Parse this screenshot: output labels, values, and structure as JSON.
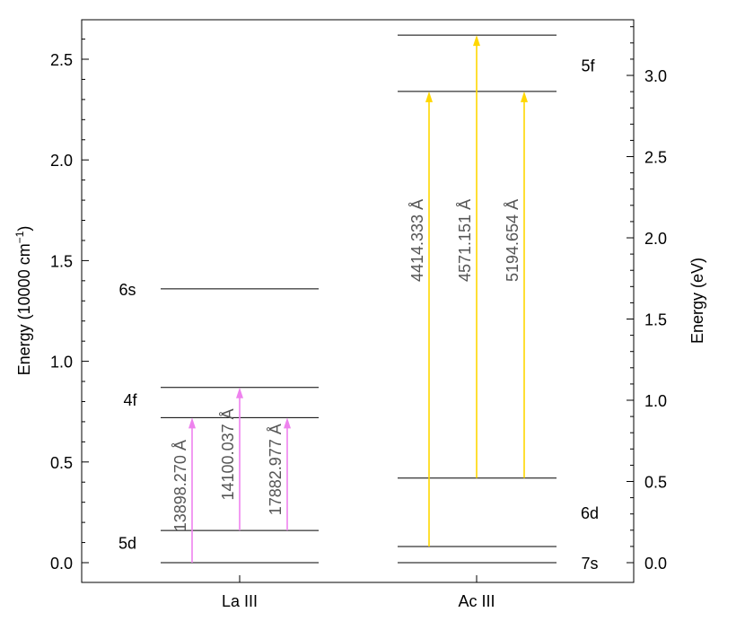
{
  "chart_data": {
    "type": "energy-level-diagram",
    "ylabel_left": "Energy (10000 cm",
    "ylabel_left_sup": "−1",
    "ylabel_left_close": ")",
    "ylabel_right": "Energy (eV)",
    "ylim_left": [
      -0.1,
      2.7
    ],
    "ylim_right_ev": [
      -0.124,
      3.348
    ],
    "ev_per_unit": 1.23984,
    "left_ticks": [
      "0.0",
      "0.5",
      "1.0",
      "1.5",
      "2.0",
      "2.5"
    ],
    "right_ticks": [
      "0.0",
      "0.5",
      "1.0",
      "1.5",
      "2.0",
      "2.5",
      "3.0"
    ],
    "ions": [
      {
        "name": "La III",
        "levels": [
          0.0,
          0.16,
          0.72,
          0.87,
          1.36
        ],
        "level_labels": [
          {
            "text": "5d",
            "y": 0.1
          },
          {
            "text": "4f",
            "y": 0.81
          },
          {
            "text": "6s",
            "y": 1.36
          }
        ],
        "transitions": [
          {
            "from": 0.0,
            "to": 0.72,
            "label": "13898.270 Å"
          },
          {
            "from": 0.16,
            "to": 0.87,
            "label": "14100.037 Å"
          },
          {
            "from": 0.16,
            "to": 0.72,
            "label": "17882.977 Å"
          }
        ],
        "arrow_color": "#ee82ee"
      },
      {
        "name": "Ac III",
        "levels": [
          0.0,
          0.08,
          0.42,
          2.34,
          2.62
        ],
        "level_labels": [
          {
            "text": "7s",
            "y": 0.0
          },
          {
            "text": "6d",
            "y": 0.25
          },
          {
            "text": "5f",
            "y": 2.47
          }
        ],
        "transitions": [
          {
            "from": 0.08,
            "to": 2.34,
            "label": "4414.333 Å"
          },
          {
            "from": 0.42,
            "to": 2.62,
            "label": "4571.151 Å"
          },
          {
            "from": 0.42,
            "to": 2.34,
            "label": "5194.654 Å"
          }
        ],
        "arrow_color": "#ffd700"
      }
    ]
  }
}
